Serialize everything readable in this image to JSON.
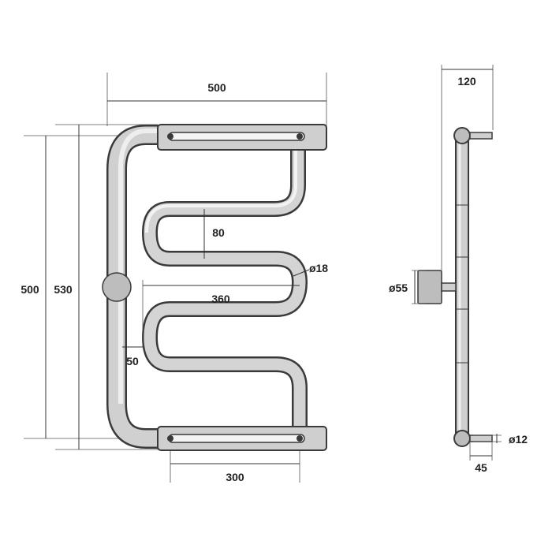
{
  "dimensions": {
    "width_top": "500",
    "height_inner": "500",
    "height_outer": "530",
    "loop_spacing": "80",
    "pipe_diameter": "ø18",
    "loop_width": "360",
    "offset_left": "50",
    "bar_length": "300",
    "depth": "120",
    "mount_diameter": "ø55",
    "bar_diameter": "ø12",
    "bar_offset": "45"
  }
}
